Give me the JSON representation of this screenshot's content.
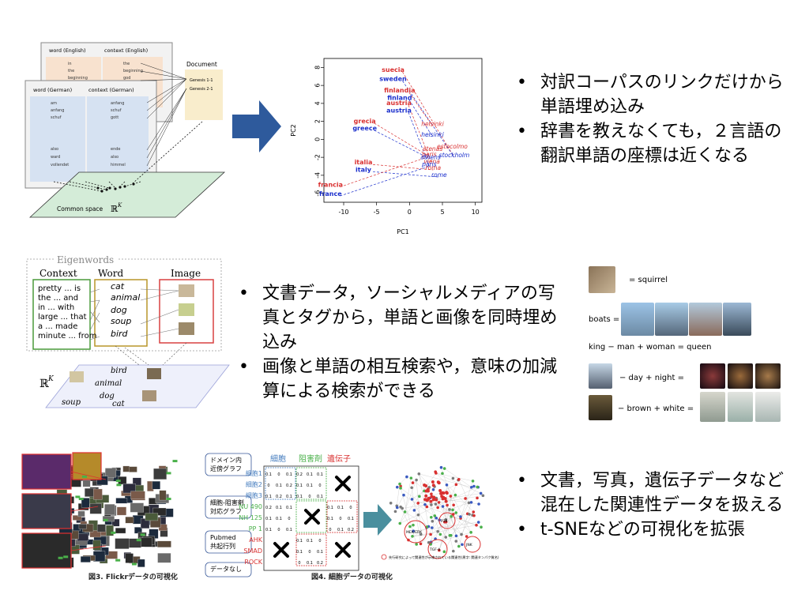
{
  "slide": {
    "section1": {
      "bullets": [
        "対訳コーパスのリンクだけから単語埋め込み",
        "辞書を教えなくても，２言語の翻訳単語の座標は近くなる"
      ],
      "diagram": {
        "en_headers": [
          "word (English)",
          "context (English)"
        ],
        "de_headers": [
          "word (German)",
          "context (German)"
        ],
        "en_words": [
          "in",
          "the",
          "beginning"
        ],
        "en_context": [
          "the",
          "beginning",
          "god"
        ],
        "de_words": [
          "am",
          "anfang",
          "schuf",
          "also",
          "ward",
          "vollendet"
        ],
        "de_context": [
          "anfang",
          "schuf",
          "gott",
          "ende",
          "also",
          "himmel"
        ],
        "document_label": "Document",
        "document_items": [
          "Genesis 1-1",
          "Genesis 2-1"
        ],
        "common_space_label": "Common space",
        "space_symbol": "ℝ",
        "space_exp": "K"
      },
      "chart": {
        "xlabel": "PC1",
        "ylabel": "PC2",
        "xticks": [
          "-10",
          "-5",
          "0",
          "5",
          "10"
        ],
        "yticks": [
          "8",
          "6",
          "4",
          "2",
          "0",
          "-2",
          "-4",
          "-6"
        ]
      }
    },
    "section2": {
      "bullets": [
        "文書データ，ソーシャルメディアの写真とタグから，単語と画像を同時埋め込み",
        "画像と単語の相互検索や，意味の加減算による検索ができる"
      ],
      "eigen": {
        "title": "Eigenwords",
        "context_title": "Context",
        "word_title": "Word",
        "image_title": "Image",
        "contexts": [
          "pretty ... is",
          "the ... and",
          "in ... with",
          "large ... that",
          "a ... made",
          "minute ... from"
        ],
        "words": [
          "cat",
          "animal",
          "dog",
          "soup",
          "bird"
        ],
        "space_symbol": "ℝ",
        "space_exp": "K",
        "space_words": [
          "bird",
          "animal",
          "dog",
          "cat",
          "soup"
        ]
      },
      "examples": {
        "squirrel": "= squirrel",
        "boats": "boats =",
        "kqueen": "king − man + woman = queen",
        "daynight": "− day + night =",
        "brownwhite": "− brown + white ="
      }
    },
    "section3": {
      "bullets": [
        "文書，写真，遺伝子データなど混在した関連性データを扱える",
        "t-SNEなどの可視化を拡張"
      ],
      "fig3_caption": "図3. Flickrデータの可視化",
      "fig4_caption": "図4. 細胞データの可視化",
      "matrix": {
        "col_headers": [
          "細胞",
          "阻害剤",
          "遺伝子"
        ],
        "left_labels": [
          "ドメイン内\n近傍グラフ",
          "細胞-阻害剤\n対応グラフ",
          "Pubmed\n共起行列",
          "データなし"
        ],
        "row_labels_blue": [
          "細胞1",
          "細胞2",
          "細胞3"
        ],
        "row_labels_green": [
          "NU 490",
          "NH 125",
          "PP 1"
        ],
        "row_labels_red": [
          "AHK",
          "SMAD",
          "ROCK"
        ],
        "legend": "先行研究によって関連性が示唆されている関連性(黒字: 関連タンパク質名)"
      },
      "net_labels": [
        "MEK/ERK",
        "P38",
        "TGF-b",
        "JNK"
      ]
    },
    "colors": {
      "red_label": "#d93030",
      "blue_label": "#1a2ecc",
      "arrow": "#2e5a9c",
      "teal": "#4a8f9e"
    }
  },
  "chart_data": {
    "type": "scatter",
    "xlabel": "PC1",
    "ylabel": "PC2",
    "xlim": [
      -13,
      11
    ],
    "ylim": [
      -7,
      9
    ],
    "series": [
      {
        "name": "",
        "points": [
          {
            "label": "suecia",
            "x": -2.5,
            "y": 7.5,
            "color": "#d93030",
            "style": "bold"
          },
          {
            "label": "sweden",
            "x": -2.5,
            "y": 6.5,
            "color": "#1a2ecc",
            "style": "bold"
          },
          {
            "label": "finlandia",
            "x": -1.5,
            "y": 5.2,
            "color": "#d93030",
            "style": "bold"
          },
          {
            "label": "finland",
            "x": -1.5,
            "y": 4.4,
            "color": "#1a2ecc",
            "style": "bold"
          },
          {
            "label": "austria",
            "x": -1.6,
            "y": 3.8,
            "color": "#d93030",
            "style": "bold"
          },
          {
            "label": "austria",
            "x": -1.6,
            "y": 3.0,
            "color": "#1a2ecc",
            "style": "bold"
          },
          {
            "label": "grecia",
            "x": -6.8,
            "y": 1.8,
            "color": "#d93030",
            "style": "bold"
          },
          {
            "label": "greece",
            "x": -6.8,
            "y": 1.0,
            "color": "#1a2ecc",
            "style": "bold"
          },
          {
            "label": "italia",
            "x": -7.0,
            "y": -2.8,
            "color": "#d93030",
            "style": "bold"
          },
          {
            "label": "italy",
            "x": -7.0,
            "y": -3.6,
            "color": "#1a2ecc",
            "style": "bold"
          },
          {
            "label": "francia",
            "x": -12.0,
            "y": -5.3,
            "color": "#d93030",
            "style": "bold"
          },
          {
            "label": "france",
            "x": -12.0,
            "y": -6.3,
            "color": "#1a2ecc",
            "style": "bold"
          },
          {
            "label": "helsinki",
            "x": 3.5,
            "y": 1.5,
            "color": "#d93030",
            "style": "italic"
          },
          {
            "label": "helsinki",
            "x": 3.5,
            "y": 0.3,
            "color": "#1a2ecc",
            "style": "italic"
          },
          {
            "label": "estocolmo",
            "x": 6.5,
            "y": -1.0,
            "color": "#d93030",
            "style": "italic"
          },
          {
            "label": "stockholm",
            "x": 6.8,
            "y": -2.0,
            "color": "#1a2ecc",
            "style": "italic"
          },
          {
            "label": "atenas",
            "x": 3.5,
            "y": -1.3,
            "color": "#d93030",
            "style": "italic"
          },
          {
            "label": "paris",
            "x": 3.0,
            "y": -1.9,
            "color": "#d93030",
            "style": "italic"
          },
          {
            "label": "athens",
            "x": 3.2,
            "y": -2.2,
            "color": "#1a2ecc",
            "style": "italic"
          },
          {
            "label": "viena",
            "x": 3.4,
            "y": -2.7,
            "color": "#d93030",
            "style": "italic"
          },
          {
            "label": "paris",
            "x": 3.0,
            "y": -3.0,
            "color": "#1a2ecc",
            "style": "italic"
          },
          {
            "label": "roma",
            "x": 3.6,
            "y": -3.4,
            "color": "#d93030",
            "style": "italic"
          },
          {
            "label": "rome",
            "x": 4.5,
            "y": -4.2,
            "color": "#1a2ecc",
            "style": "italic"
          }
        ]
      }
    ],
    "links": [
      [
        0,
        15
      ],
      [
        1,
        15
      ],
      [
        2,
        12
      ],
      [
        3,
        13
      ],
      [
        4,
        19
      ],
      [
        5,
        20
      ],
      [
        6,
        17
      ],
      [
        7,
        18
      ],
      [
        8,
        21
      ],
      [
        9,
        22
      ],
      [
        10,
        17
      ],
      [
        11,
        20
      ]
    ]
  }
}
